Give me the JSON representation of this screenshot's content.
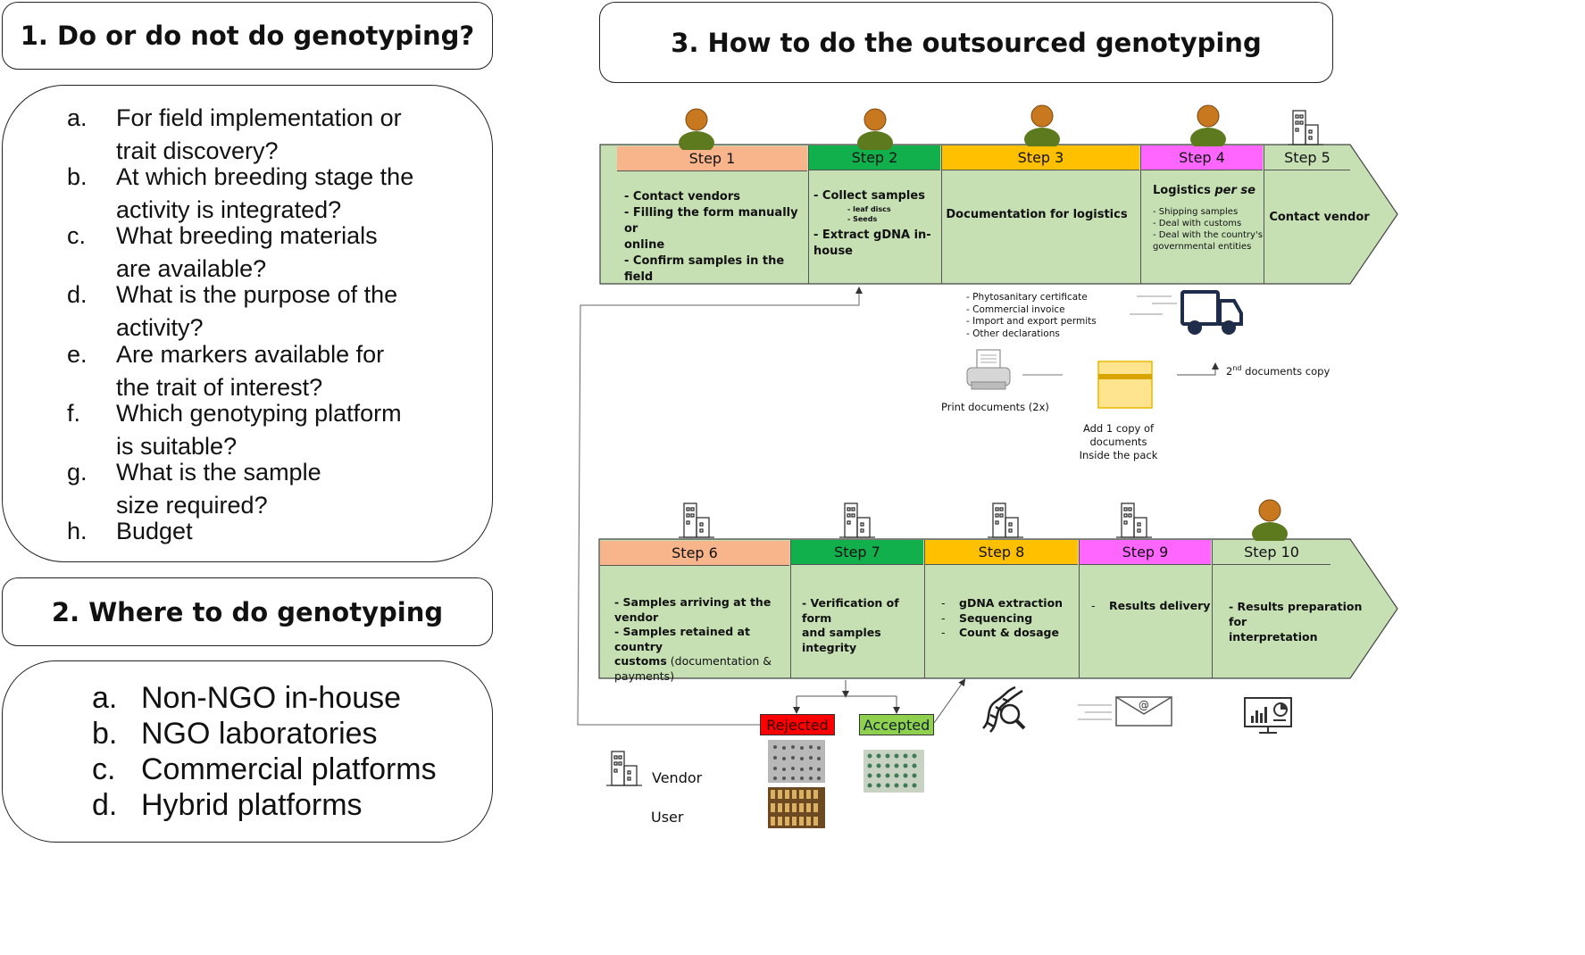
{
  "section1": {
    "title": "1. Do or do not do genotyping?",
    "items": [
      {
        "letter": "a.",
        "text": "For field implementation or trait discovery?"
      },
      {
        "letter": "b.",
        "text": "At which breeding stage the activity is integrated?"
      },
      {
        "letter": "c.",
        "text": "What breeding materials are available?"
      },
      {
        "letter": "d.",
        "text": "What is the purpose of the activity?"
      },
      {
        "letter": "e.",
        "text": "Are markers available for the trait of interest?"
      },
      {
        "letter": "f.",
        "text": "Which genotyping platform is suitable?"
      },
      {
        "letter": "g.",
        "text": "What is the sample size required?"
      },
      {
        "letter": "h.",
        "text": "Budget"
      }
    ]
  },
  "section2": {
    "title": "2. Where to do genotyping",
    "items": [
      {
        "letter": "a.",
        "text": "Non-NGO in-house"
      },
      {
        "letter": "b.",
        "text": "NGO laboratories"
      },
      {
        "letter": "c.",
        "text": "Commercial platforms"
      },
      {
        "letter": "d.",
        "text": "Hybrid platforms"
      }
    ]
  },
  "section3": {
    "title": "3. How to do the outsourced genotyping",
    "row1": {
      "steps": [
        {
          "label": "Step 1",
          "color": "#f8b58c",
          "actor": "user"
        },
        {
          "label": "Step 2",
          "color": "#12b04c",
          "actor": "user"
        },
        {
          "label": "Step 3",
          "color": "#ffc000",
          "actor": "user"
        },
        {
          "label": "Step 4",
          "color": "#ff66ff",
          "actor": "user"
        },
        {
          "label": "Step 5",
          "color": "#c6e0b4",
          "actor": "vendor"
        }
      ],
      "step1_lines": [
        "- Contact vendors",
        "- Filling the form manually or",
        "online",
        "- Confirm samples in the field"
      ],
      "step2_main1": "- Collect samples",
      "step2_sub": [
        "- leaf discs",
        "- Seeds"
      ],
      "step2_main2": "- Extract gDNA in-house",
      "step3_text": "Documentation for logistics",
      "step4_title_a": "Logistics ",
      "step4_title_b": "per se",
      "step4_lines": [
        "- Shipping samples",
        "- Deal with customs",
        "- Deal with the country's",
        "governmental entities"
      ],
      "step5_text": "Contact vendor"
    },
    "logistics": {
      "docs": [
        "- Phytosanitary certificate",
        "-  Commercial invoice",
        "- Import and export permits",
        "- Other declarations"
      ],
      "print_label": "Print documents (2x)",
      "pack_label_1": "Add 1 copy of  documents",
      "pack_label_2": "Inside the pack",
      "copy_sup": "nd",
      "copy_pre": "2",
      "copy_label": " documents copy"
    },
    "row2": {
      "steps": [
        {
          "label": "Step 6",
          "color": "#f8b58c",
          "actor": "vendor"
        },
        {
          "label": "Step 7",
          "color": "#12b04c",
          "actor": "vendor"
        },
        {
          "label": "Step 8",
          "color": "#ffc000",
          "actor": "vendor"
        },
        {
          "label": "Step 9",
          "color": "#ff66ff",
          "actor": "vendor"
        },
        {
          "label": "Step 10",
          "color": "#c6e0b4",
          "actor": "user"
        }
      ],
      "step6_lines": [
        "- Samples arriving at the vendor",
        "- Samples retained at country"
      ],
      "step6_bold": "customs",
      "step6_normal": " (documentation &",
      "step6_last": "payments)",
      "step7_lines": [
        "- Verification of form",
        "and samples integrity"
      ],
      "step8_lines": [
        "gDNA extraction",
        "Sequencing",
        "Count & dosage"
      ],
      "step8_dash": "-",
      "step9_dash": "-",
      "step9_text": "Results delivery",
      "step10_lines": [
        "- Results preparation for",
        "interpretation"
      ]
    },
    "rejected": {
      "label": "Rejected",
      "color": "#ff0000"
    },
    "accepted": {
      "label": "Accepted",
      "color": "#8fd14f"
    },
    "legend": {
      "vendor": "Vendor",
      "user": "User"
    },
    "colors": {
      "arrow_fill": "#c6e0b4",
      "person": "#5e7a1f",
      "head": "#c8781e"
    }
  }
}
